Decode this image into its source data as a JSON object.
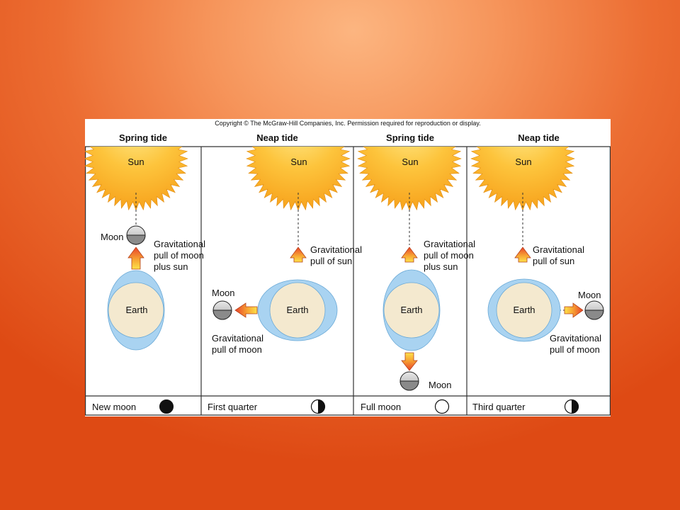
{
  "copyright": "Copyright © The McGraw-Hill Companies, Inc. Permission required for reproduction or display.",
  "colors": {
    "sun": "#fdb928",
    "earth": "#f4e9cf",
    "tide_bulge": "#a9d3f1",
    "arrow": "#f07c2a",
    "background": "#ec6d32"
  },
  "panels": [
    {
      "title": "Spring tide",
      "sun_label": "Sun",
      "earth_label": "Earth",
      "moon_label": "Moon",
      "pull_text": [
        "Gravitational",
        "pull of moon",
        "plus sun"
      ],
      "phase_label": "New moon",
      "phase_icon": "new-moon-icon"
    },
    {
      "title": "Neap tide",
      "sun_label": "Sun",
      "earth_label": "Earth",
      "moon_label": "Moon",
      "pull_sun_text": [
        "Gravitational",
        "pull of sun"
      ],
      "pull_moon_text": [
        "Gravitational",
        "pull of moon"
      ],
      "phase_label": "First quarter",
      "phase_icon": "first-quarter-moon-icon"
    },
    {
      "title": "Spring tide",
      "sun_label": "Sun",
      "earth_label": "Earth",
      "moon_label": "Moon",
      "pull_text": [
        "Gravitational",
        "pull of moon",
        "plus sun"
      ],
      "phase_label": "Full moon",
      "phase_icon": "full-moon-icon"
    },
    {
      "title": "Neap tide",
      "sun_label": "Sun",
      "earth_label": "Earth",
      "moon_label": "Moon",
      "pull_sun_text": [
        "Gravitational",
        "pull of sun"
      ],
      "pull_moon_text": [
        "Gravitational",
        "pull of moon"
      ],
      "phase_label": "Third quarter",
      "phase_icon": "third-quarter-moon-icon"
    }
  ]
}
